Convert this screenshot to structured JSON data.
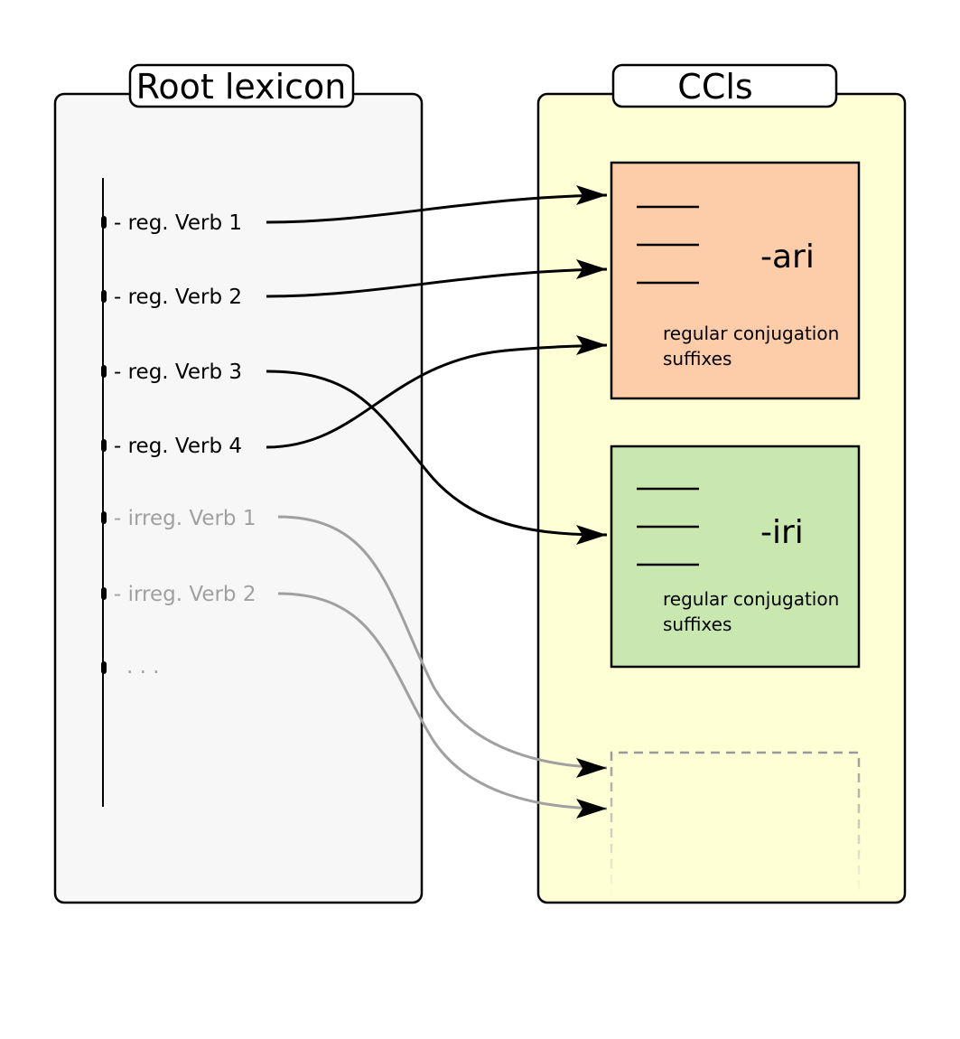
{
  "root_lexicon": {
    "title": "Root lexicon",
    "entries": [
      {
        "label": "- reg. Verb 1",
        "kind": "regular"
      },
      {
        "label": "- reg. Verb 2",
        "kind": "regular"
      },
      {
        "label": "- reg. Verb 3",
        "kind": "regular"
      },
      {
        "label": "- reg. Verb 4",
        "kind": "regular"
      },
      {
        "label": "- irreg. Verb 1",
        "kind": "irregular"
      },
      {
        "label": "- irreg. Verb 2",
        "kind": "irregular"
      }
    ],
    "ellipsis": ". . ."
  },
  "ccls": {
    "title": "CCls",
    "classes": [
      {
        "suffix": "-ari",
        "description_line1": "regular conjugation",
        "description_line2": "suffixes",
        "color": "#fdcca8"
      },
      {
        "suffix": "-iri",
        "description_line1": "regular conjugation",
        "description_line2": "suffixes",
        "color": "#c8e8b0"
      }
    ]
  },
  "colors": {
    "lexicon_bg": "#f7f7f7",
    "ccls_bg": "#ffffd6",
    "regular_arrow": "#000000",
    "irregular_arrow": "#a0a0a0",
    "irregular_text": "#a0a0a0"
  }
}
